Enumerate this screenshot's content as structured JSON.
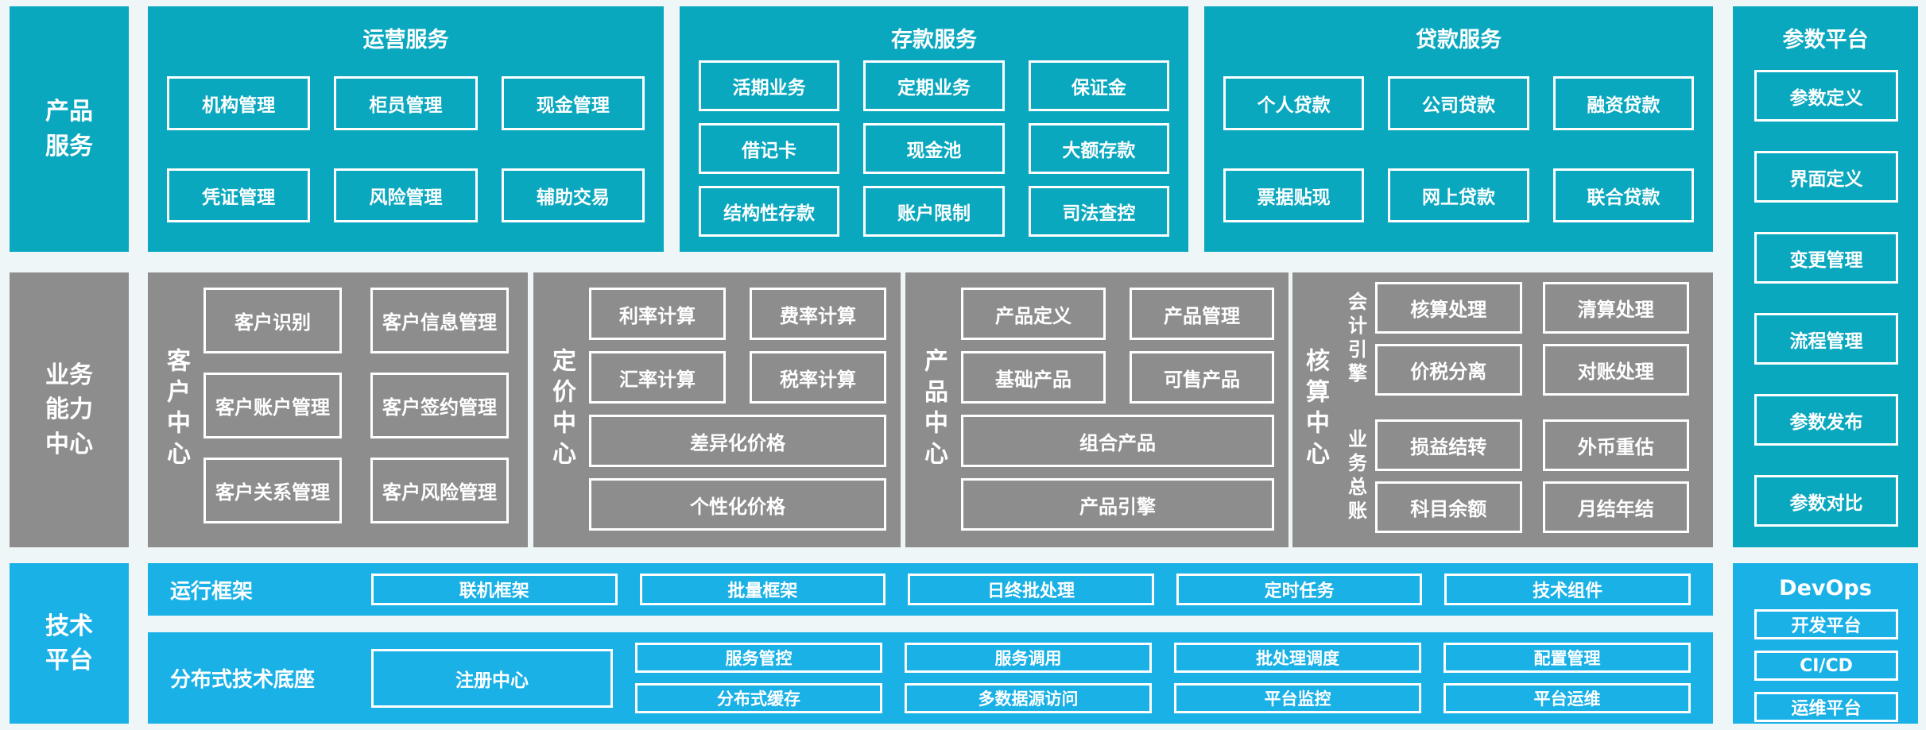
{
  "palette": {
    "teal": "#0aa8bf",
    "gray": "#8d8d8d",
    "blue": "#1ab1e7",
    "background": "#eef6f8",
    "text": "#ffffff"
  },
  "sidebar": {
    "product": {
      "lines": [
        "产品",
        "服务"
      ]
    },
    "business": {
      "lines": [
        "业务",
        "能力",
        "中心"
      ]
    },
    "tech": {
      "lines": [
        "技术",
        "平台"
      ]
    }
  },
  "top": {
    "ops": {
      "title": "运营服务",
      "boxes": [
        "机构管理",
        "柜员管理",
        "现金管理",
        "凭证管理",
        "风险管理",
        "辅助交易"
      ]
    },
    "deposit": {
      "title": "存款服务",
      "boxes": [
        "活期业务",
        "定期业务",
        "保证金",
        "借记卡",
        "现金池",
        "大额存款",
        "结构性存款",
        "账户限制",
        "司法查控"
      ]
    },
    "loan": {
      "title": "贷款服务",
      "boxes": [
        "个人贷款",
        "公司贷款",
        "融资贷款",
        "票据贴现",
        "网上贷款",
        "联合贷款"
      ]
    },
    "params": {
      "title": "参数平台",
      "boxes": [
        "参数定义",
        "界面定义",
        "变更管理",
        "流程管理",
        "参数发布",
        "参数对比"
      ]
    }
  },
  "middle": {
    "customer": {
      "label": "客户中心",
      "boxes": [
        "客户识别",
        "客户信息管理",
        "客户账户管理",
        "客户签约管理",
        "客户关系管理",
        "客户风险管理"
      ]
    },
    "pricing": {
      "label": "定价中心",
      "boxes_small": [
        "利率计算",
        "费率计算",
        "汇率计算",
        "税率计算"
      ],
      "boxes_wide": [
        "差异化价格",
        "个性化价格"
      ]
    },
    "product": {
      "label": "产品中心",
      "boxes_small": [
        "产品定义",
        "产品管理",
        "基础产品",
        "可售产品"
      ],
      "boxes_wide": [
        "组合产品",
        "产品引擎"
      ]
    },
    "accounting": {
      "label": "核算中心",
      "groups": [
        {
          "label": "会计引擎",
          "boxes": [
            "核算处理",
            "清算处理",
            "价税分离",
            "对账处理"
          ]
        },
        {
          "label": "业务总账",
          "boxes": [
            "损益结转",
            "外币重估",
            "科目余额",
            "月结年结"
          ]
        }
      ]
    }
  },
  "bottom": {
    "runtime": {
      "label": "运行框架",
      "boxes": [
        "联机框架",
        "批量框架",
        "日终批处理",
        "定时任务",
        "技术组件"
      ]
    },
    "distributed": {
      "label": "分布式技术底座",
      "registry": "注册中心",
      "boxes_row1": [
        "服务管控",
        "服务调用",
        "批处理调度",
        "配置管理"
      ],
      "boxes_row2": [
        "分布式缓存",
        "多数据源访问",
        "平台监控",
        "平台运维"
      ]
    },
    "devops": {
      "title": "DevOps",
      "boxes": [
        "开发平台",
        "CI/CD",
        "运维平台"
      ]
    }
  }
}
